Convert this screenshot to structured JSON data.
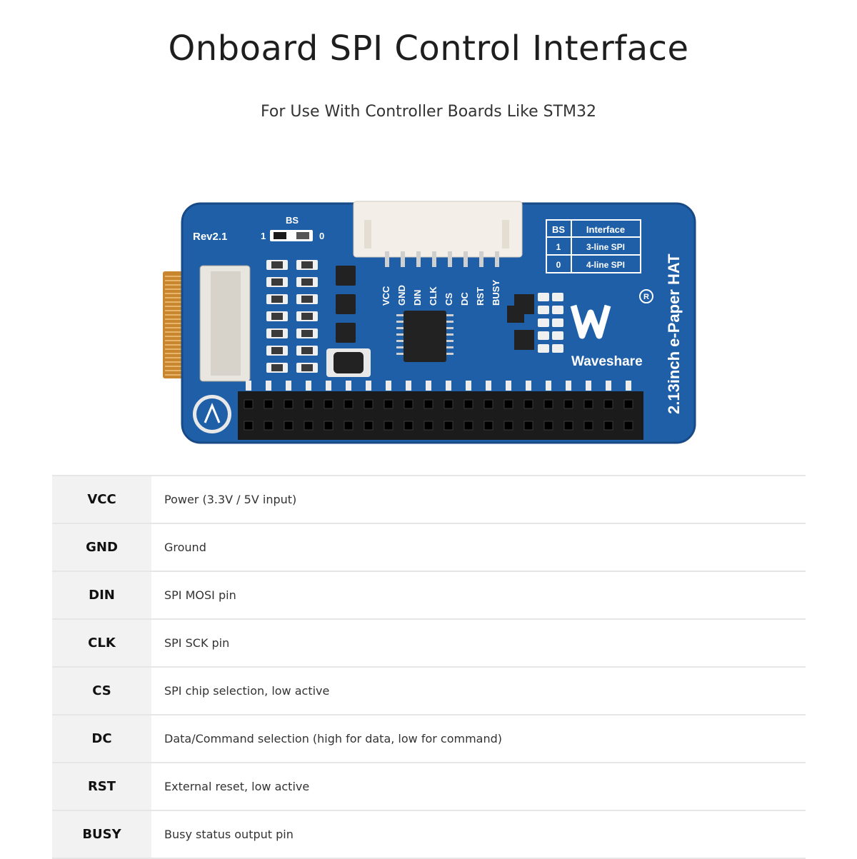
{
  "header": {
    "title": "Onboard SPI Control Interface",
    "subtitle": "For Use With Controller Boards Like STM32"
  },
  "board": {
    "revision": "Rev2.1",
    "bs_label": "BS",
    "bs_one": "1",
    "bs_zero": "0",
    "pin_labels": [
      "VCC",
      "GND",
      "DIN",
      "CLK",
      "CS",
      "DC",
      "RST",
      "BUSY"
    ],
    "interface_table": {
      "headers": [
        "BS",
        "Interface"
      ],
      "rows": [
        [
          "1",
          "3-line SPI"
        ],
        [
          "0",
          "4-line SPI"
        ]
      ]
    },
    "brand": "Waveshare",
    "product": "2.13inch e-Paper HAT",
    "colors": {
      "pcb": "#1f5fa8",
      "pcb_dark": "#174a86",
      "connector": "#f3efe8",
      "fpc": "#c8862f"
    }
  },
  "pins": [
    {
      "name": "VCC",
      "description": "Power (3.3V / 5V input)"
    },
    {
      "name": "GND",
      "description": "Ground"
    },
    {
      "name": "DIN",
      "description": "SPI MOSI pin"
    },
    {
      "name": "CLK",
      "description": "SPI SCK pin"
    },
    {
      "name": "CS",
      "description": "SPI chip selection, low active"
    },
    {
      "name": "DC",
      "description": "Data/Command selection (high for data, low for command)"
    },
    {
      "name": "RST",
      "description": "External reset, low active"
    },
    {
      "name": "BUSY",
      "description": "Busy status output pin"
    }
  ]
}
